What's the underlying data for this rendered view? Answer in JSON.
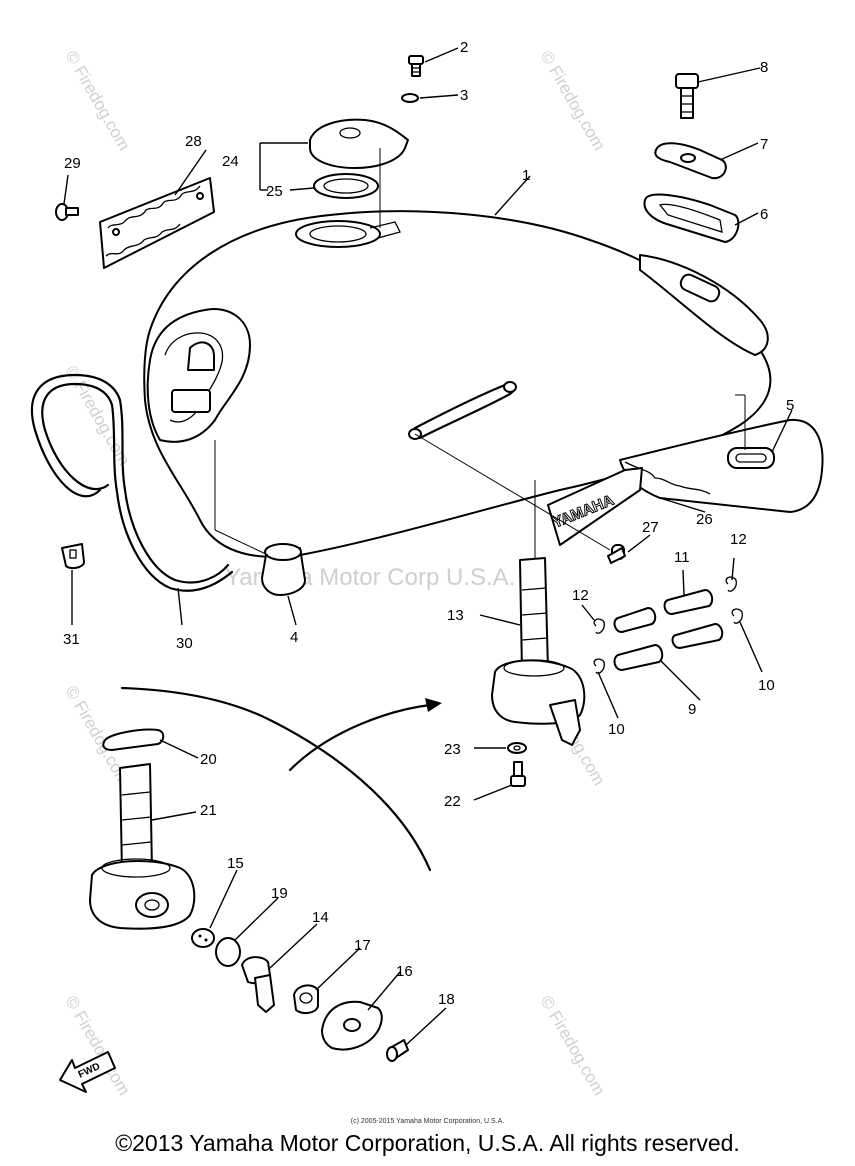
{
  "diagram": {
    "callouts": [
      "1",
      "2",
      "3",
      "4",
      "5",
      "6",
      "7",
      "8",
      "9",
      "10",
      "10",
      "11",
      "12",
      "12",
      "13",
      "14",
      "15",
      "16",
      "17",
      "18",
      "19",
      "20",
      "21",
      "22",
      "23",
      "24",
      "25",
      "26",
      "27",
      "28",
      "29",
      "30",
      "31"
    ],
    "brand_text": "YAMAHA",
    "fwd_label": "FWD",
    "watermark": "© Firedog.com",
    "center_watermark": "Yamaha Motor Corp U.S.A."
  },
  "footer": {
    "small_copyright": "(c) 2005-2015 Yamaha Motor Corporation, U.S.A.",
    "main_copyright": "©2013 Yamaha Motor Corporation, U.S.A. All rights reserved."
  }
}
